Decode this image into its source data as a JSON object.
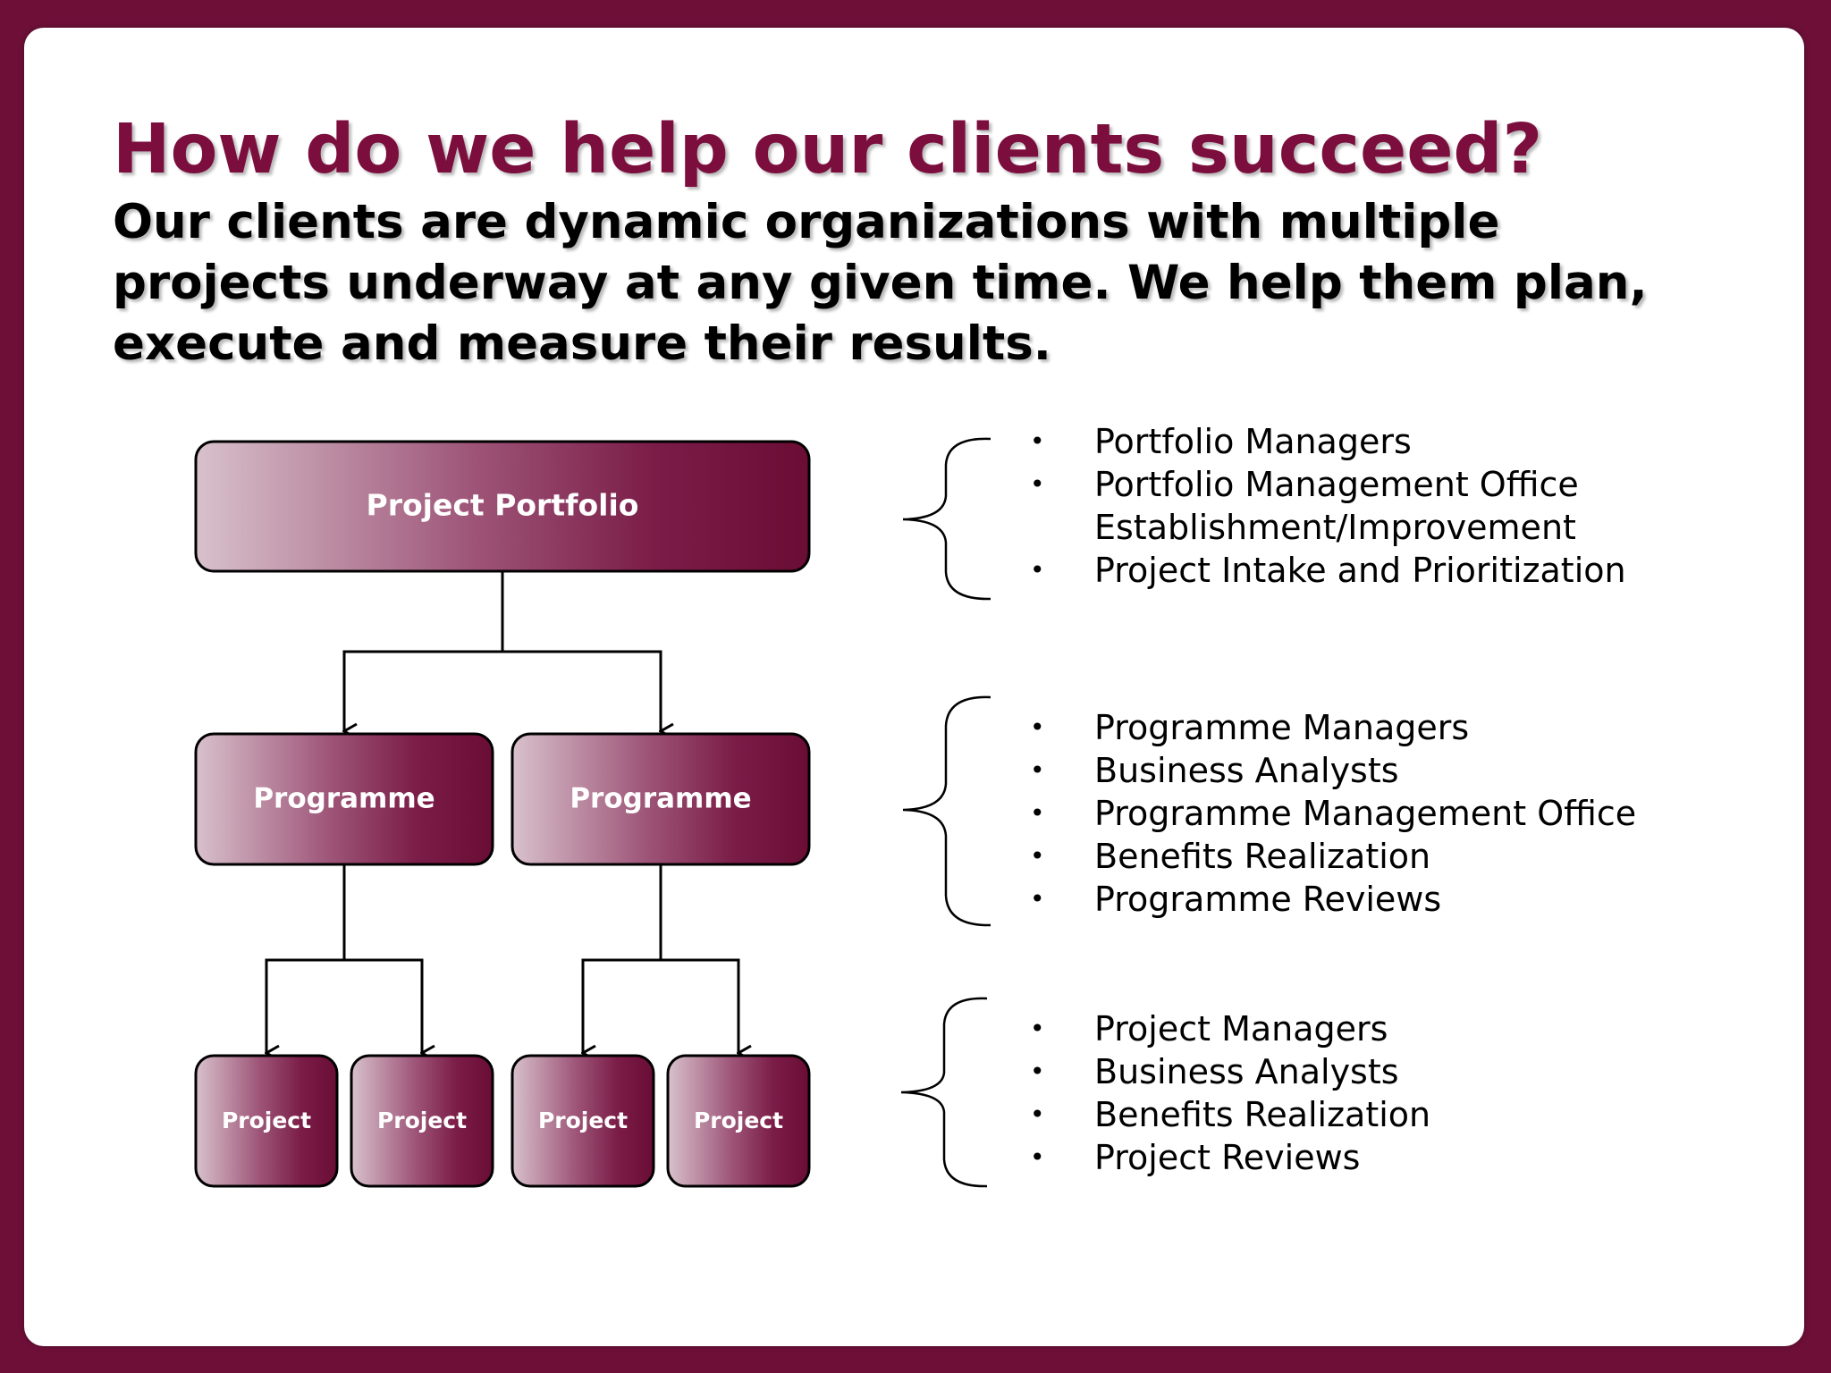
{
  "slide": {
    "title": "How do we help our clients succeed?",
    "subtitle": "Our clients are dynamic organizations with multiple projects underway at any given time.  We help them plan, execute and measure their results."
  },
  "hierarchy": {
    "portfolio": {
      "label": "Project Portfolio"
    },
    "programmes": [
      {
        "label": "Programme"
      },
      {
        "label": "Programme"
      }
    ],
    "projects": [
      {
        "label": "Project"
      },
      {
        "label": "Project"
      },
      {
        "label": "Project"
      },
      {
        "label": "Project"
      }
    ]
  },
  "services": {
    "bullet": "•",
    "portfolio": [
      "Portfolio Managers",
      "Portfolio Management Office\nEstablishment/Improvement",
      "Project Intake and Prioritization"
    ],
    "programme": [
      "Programme Managers",
      "Business Analysts",
      "Programme Management Office",
      "Benefits Realization",
      "Programme Reviews"
    ],
    "project": [
      "Project Managers",
      "Business Analysts",
      "Benefits Realization",
      "Project Reviews"
    ]
  },
  "colors": {
    "brand": "#6e0f38",
    "title": "#7c0e3e",
    "box_dark": "#6e0f38",
    "box_light": "#cfb4c2"
  }
}
